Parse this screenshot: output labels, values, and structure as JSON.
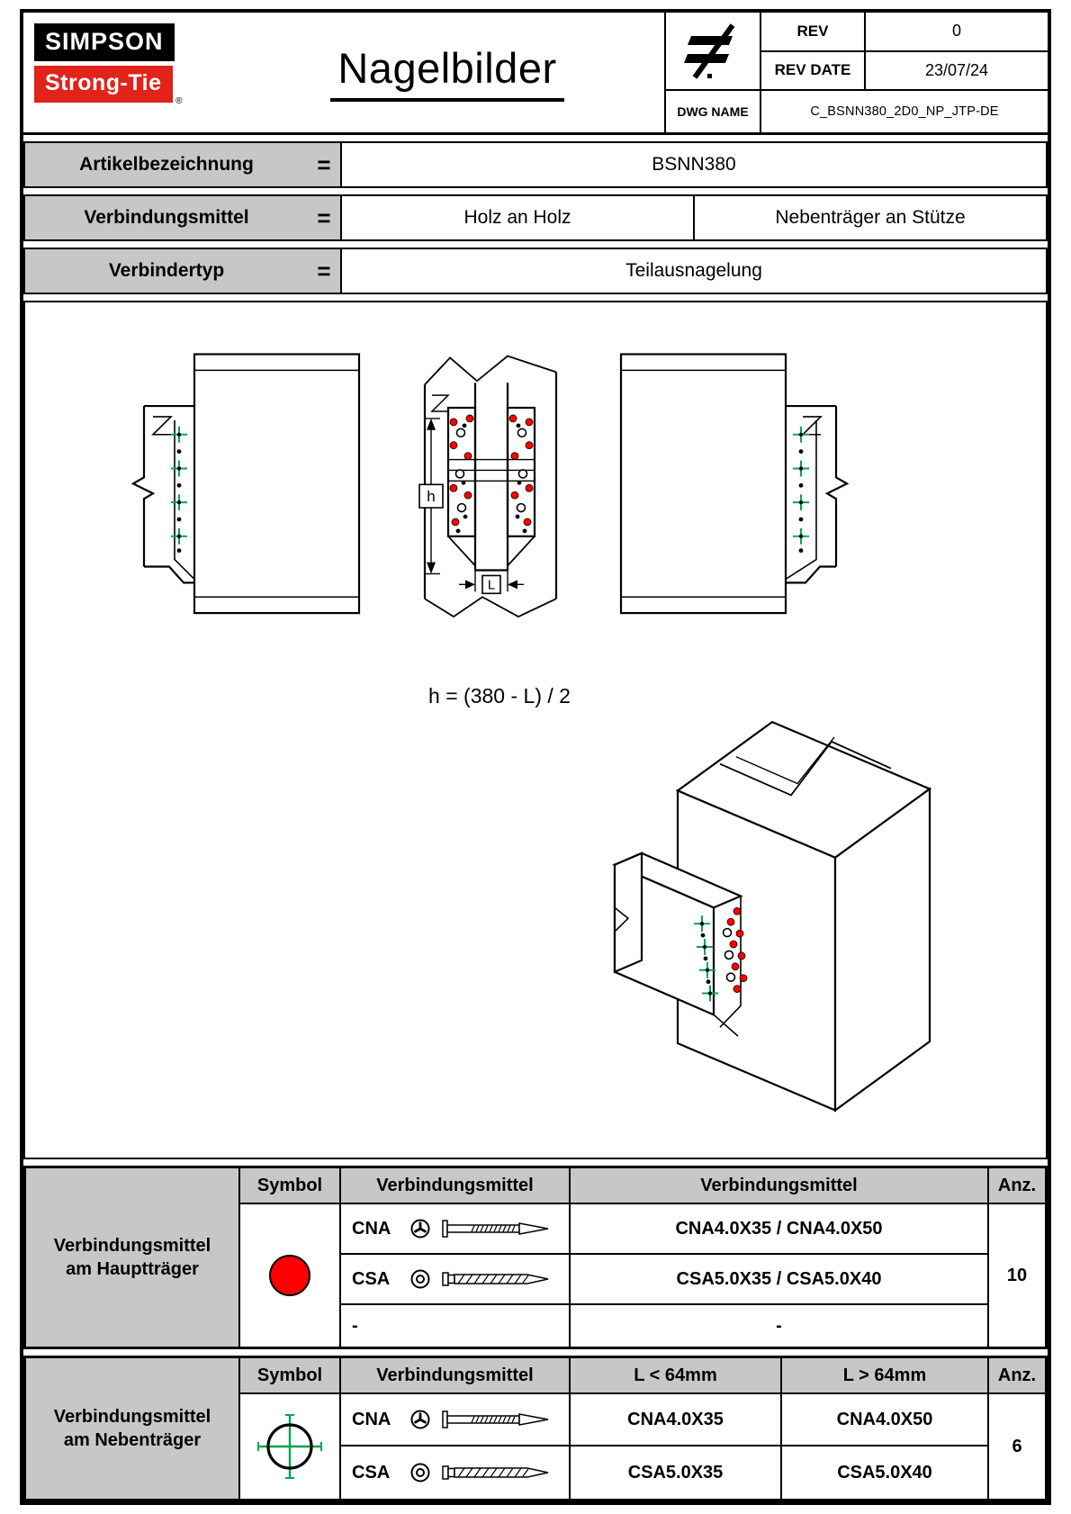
{
  "header": {
    "logo": {
      "line1": "SIMPSON",
      "line2": "Strong-Tie",
      "registered": "®"
    },
    "title": "Nagelbilder",
    "title_block": {
      "rev_label": "REV",
      "rev_value": "0",
      "rev_date_label": "REV DATE",
      "rev_date_value": "23/07/24",
      "dwg_label": "DWG NAME",
      "dwg_value": "C_BSNN380_2D0_NP_JTP-DE"
    }
  },
  "meta_rows": [
    {
      "label": "Artikelbezeichnung",
      "eq": "=",
      "values": [
        "BSNN380"
      ]
    },
    {
      "label": "Verbindungsmittel",
      "eq": "=",
      "values": [
        "Holz an Holz",
        "Nebenträger an Stütze"
      ]
    },
    {
      "label": "Verbindertyp",
      "eq": "=",
      "values": [
        "Teilausnagelung"
      ]
    }
  ],
  "drawing": {
    "formula": "h = (380 - L) / 2",
    "dim_h_label": "h",
    "dim_l_label": "L"
  },
  "main_table": {
    "row_header": "Verbindungsmittel am Hauptträger",
    "col_headers": [
      "Symbol",
      "Verbindungsmittel",
      "Verbindungsmittel",
      "Anz."
    ],
    "rows": [
      {
        "fastener": "CNA",
        "value": "CNA4.0X35 / CNA4.0X50"
      },
      {
        "fastener": "CSA",
        "value": "CSA5.0X35 / CSA5.0X40"
      },
      {
        "fastener": "-",
        "value": "-"
      }
    ],
    "qty": "10"
  },
  "secondary_table": {
    "row_header": "Verbindungsmittel am Nebenträger",
    "col_headers": [
      "Symbol",
      "Verbindungsmittel",
      "L < 64mm",
      "L > 64mm",
      "Anz."
    ],
    "rows": [
      {
        "fastener": "CNA",
        "value_short": "CNA4.0X35",
        "value_long": "CNA4.0X50"
      },
      {
        "fastener": "CSA",
        "value_short": "CSA5.0X35",
        "value_long": "CSA5.0X40"
      }
    ],
    "qty": "6"
  },
  "icons": {
    "logo_mark": "not-equal-sign",
    "main_symbol": "red-filled-circle",
    "secondary_symbol": "green-crosshair-circle",
    "cna_head": "circled-propeller",
    "csa_head": "circled-double-ring"
  },
  "colors": {
    "brand_red": "#e2231a",
    "symbol_red": "#ff0000",
    "marker_green": "#00a650",
    "header_gray": "#c7c7c7"
  }
}
